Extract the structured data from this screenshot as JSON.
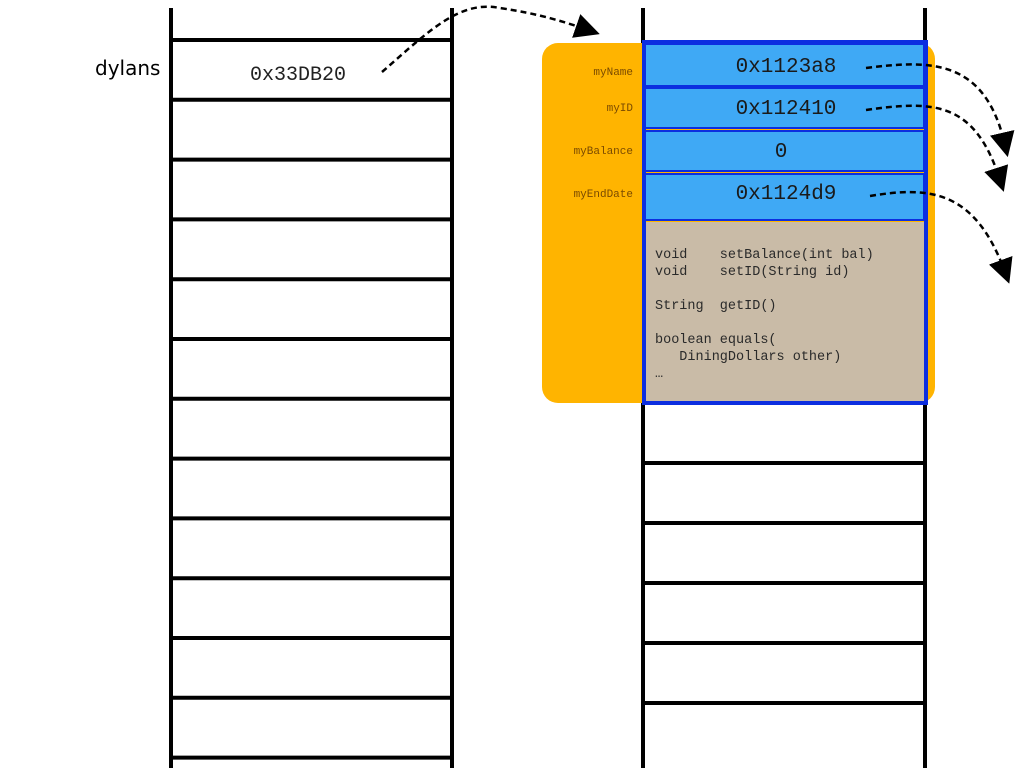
{
  "reference_variable": {
    "name": "dylans",
    "value": "0x33DB20"
  },
  "object": {
    "fields": [
      {
        "name": "myName",
        "value": "0x1123a8"
      },
      {
        "name": "myID",
        "value": "0x112410"
      },
      {
        "name": "myBalance",
        "value": "0"
      },
      {
        "name": "myEndDate",
        "value": "0x1124d9"
      }
    ],
    "methods": [
      "void    setBalance(int bal)",
      "void    setID(String id)",
      "",
      "String  getID()",
      "",
      "boolean equals(",
      "   DiningDollars other)",
      "…"
    ]
  },
  "colors": {
    "object_outer": "#FFB400",
    "field_fill": "#3FA9F5",
    "field_border": "#0C2EE0",
    "method_fill": "#C9BBA7",
    "memory_line": "#000000"
  }
}
